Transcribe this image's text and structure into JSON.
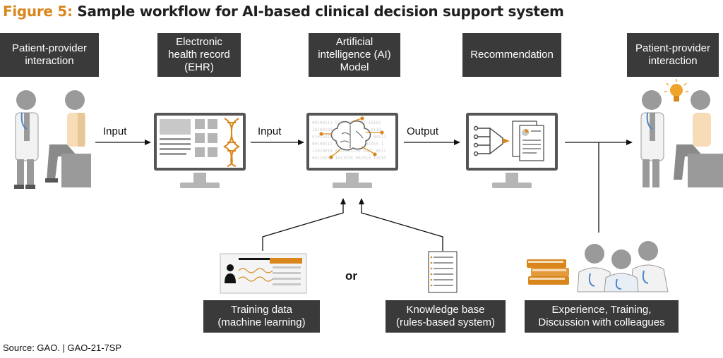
{
  "title": {
    "figure": "Figure 5:",
    "text": "Sample workflow for AI-based clinical decision support system"
  },
  "stages": {
    "patient1": "Patient-provider\ninteraction",
    "ehr": "Electronic\nhealth record\n(EHR)",
    "ai": "Artificial\nintelligence (AI)\nModel",
    "recommendation": "Recommendation",
    "patient2": "Patient-provider\ninteraction"
  },
  "arrows": {
    "input1": "Input",
    "input2": "Input",
    "output": "Output"
  },
  "sources": {
    "training": "Training data\n(machine learning)",
    "or": "or",
    "knowledge": "Knowledge base\n(rules-based system)",
    "experience": "Experience, Training,\nDiscussion with colleagues"
  },
  "footer": {
    "source": "Source: GAO.  |  GAO-21-7SP"
  },
  "colors": {
    "accent": "#d9861c",
    "label_bg": "#3a3a3a",
    "figure_gray": "#9a9a9a"
  },
  "icons": [
    "doctor-icon",
    "patient-icon",
    "ehr-monitor-icon",
    "dna-icon",
    "brain-icon",
    "flowchart-monitor-icon",
    "lightbulb-icon",
    "books-icon",
    "doctors-group-icon",
    "training-data-icon",
    "document-list-icon"
  ]
}
